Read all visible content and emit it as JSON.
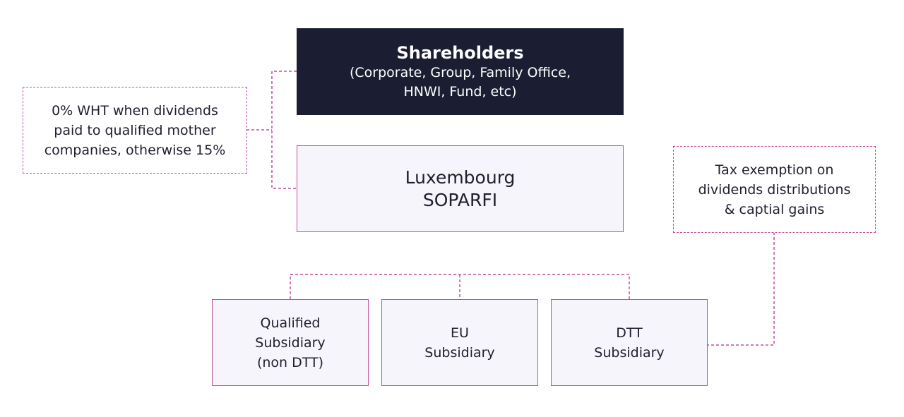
{
  "colors": {
    "dark_fill": "#1b1e32",
    "node_fill": "#f5f5fb",
    "accent": "#c44f9e",
    "text": "#1f1f2e"
  },
  "shareholders": {
    "title": "Shareholders",
    "subtitle_line1": "(Corporate, Group, Family Office,",
    "subtitle_line2": "HNWI, Fund, etc)"
  },
  "soparfi": {
    "line1": "Luxembourg",
    "line2": "SOPARFI"
  },
  "wht_note": {
    "line1": "0% WHT when dividends",
    "line2": "paid to qualified mother",
    "line3": "companies, otherwise 15%"
  },
  "tax_note": {
    "line1": "Tax exemption on",
    "line2": "dividends distributions",
    "line3": "& captial gains"
  },
  "subsidiaries": [
    {
      "line1": "Qualified",
      "line2": "Subsidiary",
      "line3": "(non DTT)"
    },
    {
      "line1": "EU",
      "line2": "Subsidiary"
    },
    {
      "line1": "DTT",
      "line2": "Subsidiary"
    }
  ]
}
